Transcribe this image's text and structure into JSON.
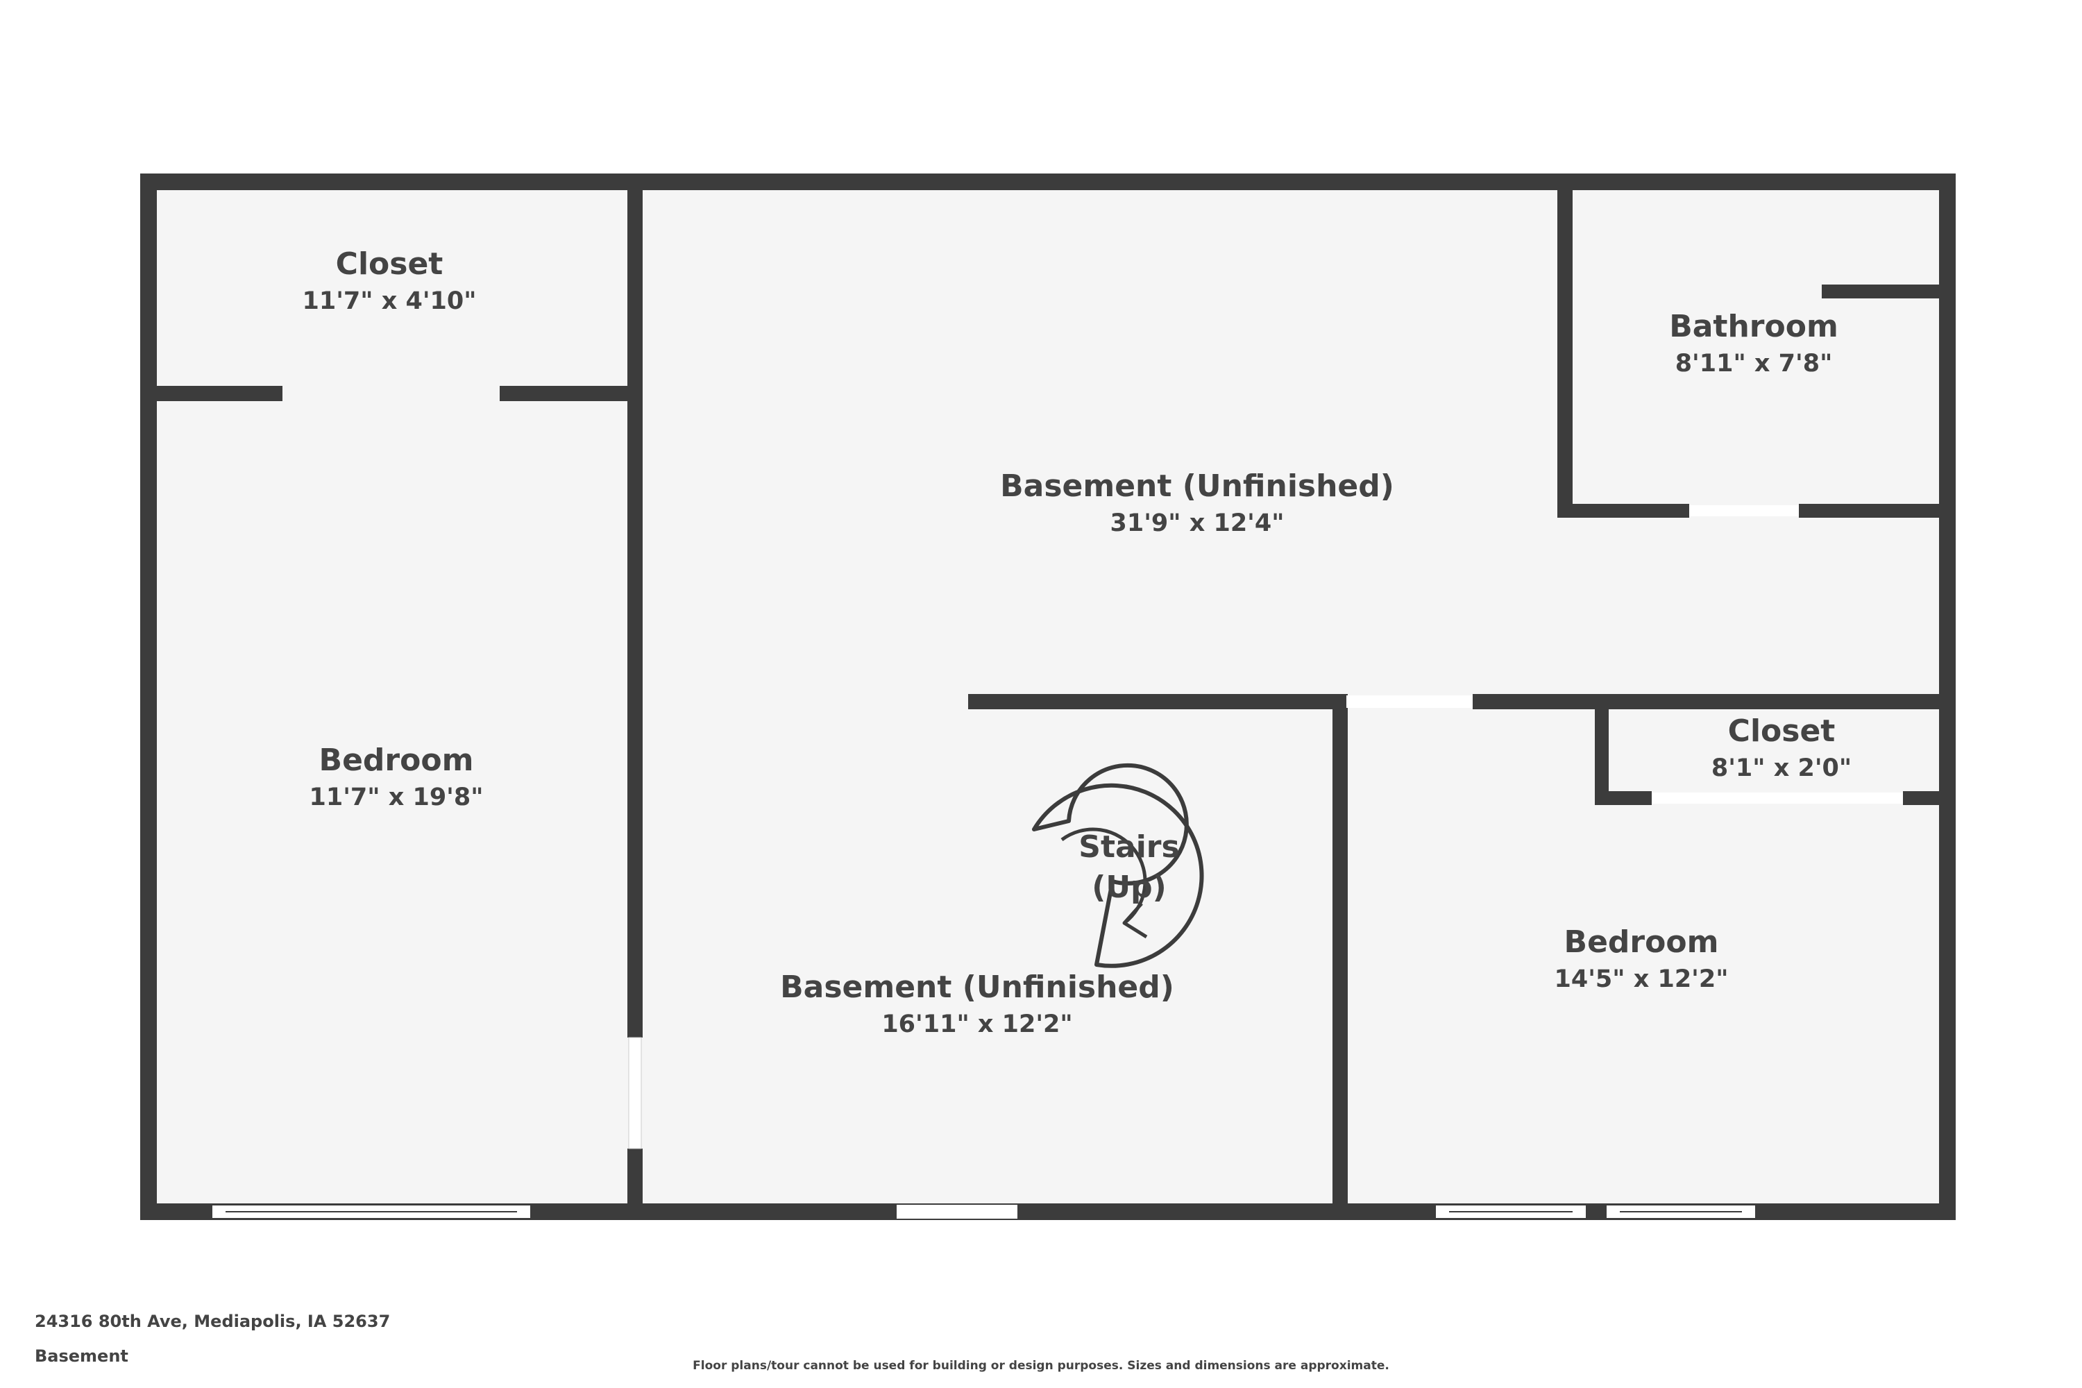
{
  "plan": {
    "rooms": {
      "closet_top_left": {
        "name": "Closet",
        "dim": "11'7\" x 4'10\""
      },
      "bedroom_left": {
        "name": "Bedroom",
        "dim": "11'7\" x 19'8\""
      },
      "basement_main": {
        "name": "Basement (Unfinished)",
        "dim": "31'9\" x 12'4\""
      },
      "bathroom": {
        "name": "Bathroom",
        "dim": "8'11\" x 7'8\""
      },
      "basement_lower": {
        "name": "Basement (Unfinished)",
        "dim": "16'11\" x 12'2\""
      },
      "closet_right": {
        "name": "Closet",
        "dim": "8'1\" x 2'0\""
      },
      "bedroom_right": {
        "name": "Bedroom",
        "dim": "14'5\" x 12'2\""
      }
    },
    "stairs": {
      "line1": "Stairs",
      "line2": "(Up)"
    },
    "colors": {
      "wall": "#3c3c3c",
      "floor": "#f5f5f5",
      "text": "#444444"
    }
  },
  "footer": {
    "address": "24316 80th Ave, Mediapolis, IA 52637",
    "level": "Basement",
    "disclaimer": "Floor plans/tour cannot be used for building or design purposes. Sizes and dimensions are approximate."
  }
}
